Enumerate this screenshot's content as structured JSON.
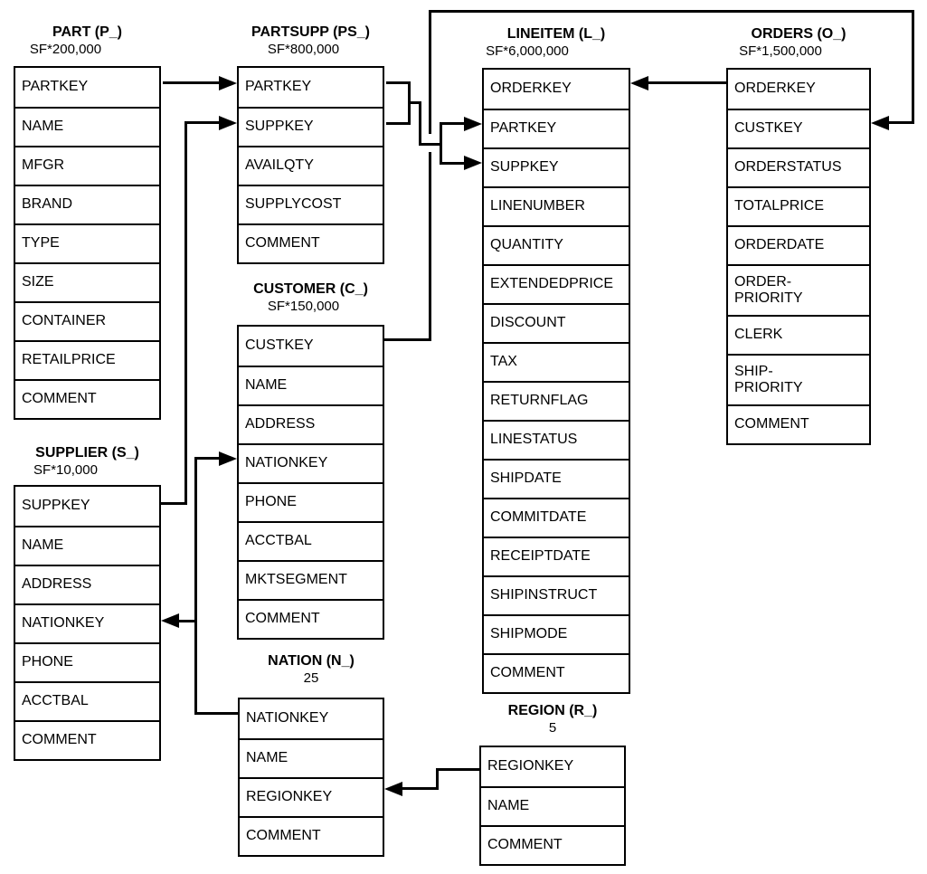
{
  "diagram": {
    "kind": "TPC-H database schema",
    "background_color": "#ffffff",
    "line_color": "#000000",
    "tables": [
      {
        "id": "part",
        "title": "PART (P_)",
        "cardinality": "SF*200,000",
        "columns": [
          "PARTKEY",
          "NAME",
          "MFGR",
          "BRAND",
          "TYPE",
          "SIZE",
          "CONTAINER",
          "RETAILPRICE",
          "COMMENT"
        ]
      },
      {
        "id": "partsupp",
        "title": "PARTSUPP (PS_)",
        "cardinality": "SF*800,000",
        "columns": [
          "PARTKEY",
          "SUPPKEY",
          "AVAILQTY",
          "SUPPLYCOST",
          "COMMENT"
        ]
      },
      {
        "id": "customer",
        "title": "CUSTOMER (C_)",
        "cardinality": "SF*150,000",
        "columns": [
          "CUSTKEY",
          "NAME",
          "ADDRESS",
          "NATIONKEY",
          "PHONE",
          "ACCTBAL",
          "MKTSEGMENT",
          "COMMENT"
        ]
      },
      {
        "id": "lineitem",
        "title": "LINEITEM (L_)",
        "cardinality": "SF*6,000,000",
        "columns": [
          "ORDERKEY",
          "PARTKEY",
          "SUPPKEY",
          "LINENUMBER",
          "QUANTITY",
          "EXTENDEDPRICE",
          "DISCOUNT",
          "TAX",
          "RETURNFLAG",
          "LINESTATUS",
          "SHIPDATE",
          "COMMITDATE",
          "RECEIPTDATE",
          "SHIPINSTRUCT",
          "SHIPMODE",
          "COMMENT"
        ]
      },
      {
        "id": "orders",
        "title": "ORDERS (O_)",
        "cardinality": "SF*1,500,000",
        "columns": [
          "ORDERKEY",
          "CUSTKEY",
          "ORDERSTATUS",
          "TOTALPRICE",
          "ORDERDATE",
          "ORDER-\nPRIORITY",
          "CLERK",
          "SHIP-\nPRIORITY",
          "COMMENT"
        ]
      },
      {
        "id": "supplier",
        "title": "SUPPLIER (S_)",
        "cardinality": "SF*10,000",
        "columns": [
          "SUPPKEY",
          "NAME",
          "ADDRESS",
          "NATIONKEY",
          "PHONE",
          "ACCTBAL",
          "COMMENT"
        ]
      },
      {
        "id": "nation",
        "title": "NATION (N_)",
        "cardinality": "25",
        "columns": [
          "NATIONKEY",
          "NAME",
          "REGIONKEY",
          "COMMENT"
        ]
      },
      {
        "id": "region",
        "title": "REGION (R_)",
        "cardinality": "5",
        "columns": [
          "REGIONKEY",
          "NAME",
          "COMMENT"
        ]
      }
    ],
    "relationships": [
      {
        "from": "PART.PARTKEY",
        "to": "PARTSUPP.PARTKEY"
      },
      {
        "from": "SUPPLIER.SUPPKEY",
        "to": "PARTSUPP.SUPPKEY"
      },
      {
        "from": "PARTSUPP.PARTKEY",
        "to": "LINEITEM.PARTKEY"
      },
      {
        "from": "PARTSUPP.SUPPKEY",
        "to": "LINEITEM.SUPPKEY"
      },
      {
        "from": "ORDERS.ORDERKEY",
        "to": "LINEITEM.ORDERKEY"
      },
      {
        "from": "CUSTOMER.CUSTKEY",
        "to": "ORDERS.CUSTKEY"
      },
      {
        "from": "NATION.NATIONKEY",
        "to": "CUSTOMER.NATIONKEY"
      },
      {
        "from": "NATION.NATIONKEY",
        "to": "SUPPLIER.NATIONKEY"
      },
      {
        "from": "REGION.REGIONKEY",
        "to": "NATION.REGIONKEY"
      }
    ]
  }
}
